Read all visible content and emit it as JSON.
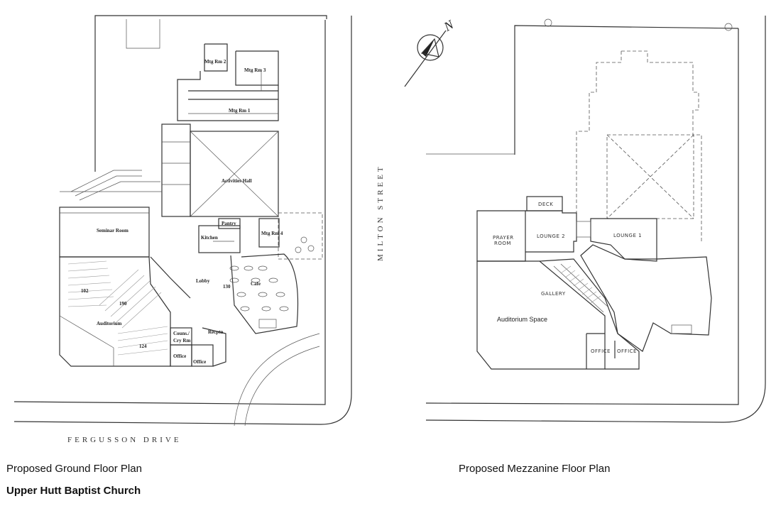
{
  "captions": {
    "ground": "Proposed Ground Floor Plan",
    "mezzanine": "Proposed Mezzanine Floor Plan",
    "church": "Upper Hutt Baptist Church"
  },
  "streets": {
    "fergusson": "FERGUSSON DRIVE",
    "milton": "MILTON STREET"
  },
  "north_label": "N",
  "ground_rooms": {
    "mtg_rm_2": "Mtg Rm 2",
    "mtg_rm_3": "Mtg Rm 3",
    "mtg_rm_1": "Mtg Rm 1",
    "activities_hall": "Activities Hall",
    "seminar_room": "Seminar Room",
    "pantry": "Pantry",
    "kitchen": "Kitchen",
    "mtg_rm_4": "Mtg Rm 4",
    "lobby": "Lobby",
    "cafe": "Cafe",
    "auditorium": "Auditorium",
    "couns_cry_rm_1": "Couns./",
    "couns_cry_rm_2": "Cry Rm",
    "recptn": "Recptn",
    "office_1": "Office",
    "office_2": "Office",
    "seat_count_1": "102",
    "seat_count_2": "190",
    "seat_count_3": "124",
    "cafe_count": "130"
  },
  "mezzanine_rooms": {
    "deck": "DECK",
    "prayer_room_1": "PRAYER",
    "prayer_room_2": "ROOM",
    "lounge_2": "LOUNGE 2",
    "lounge_1": "LOUNGE 1",
    "gallery": "GALLERY",
    "auditorium_space": "Auditorium Space",
    "office_1": "OFFICE",
    "office_2": "OFFICE"
  }
}
